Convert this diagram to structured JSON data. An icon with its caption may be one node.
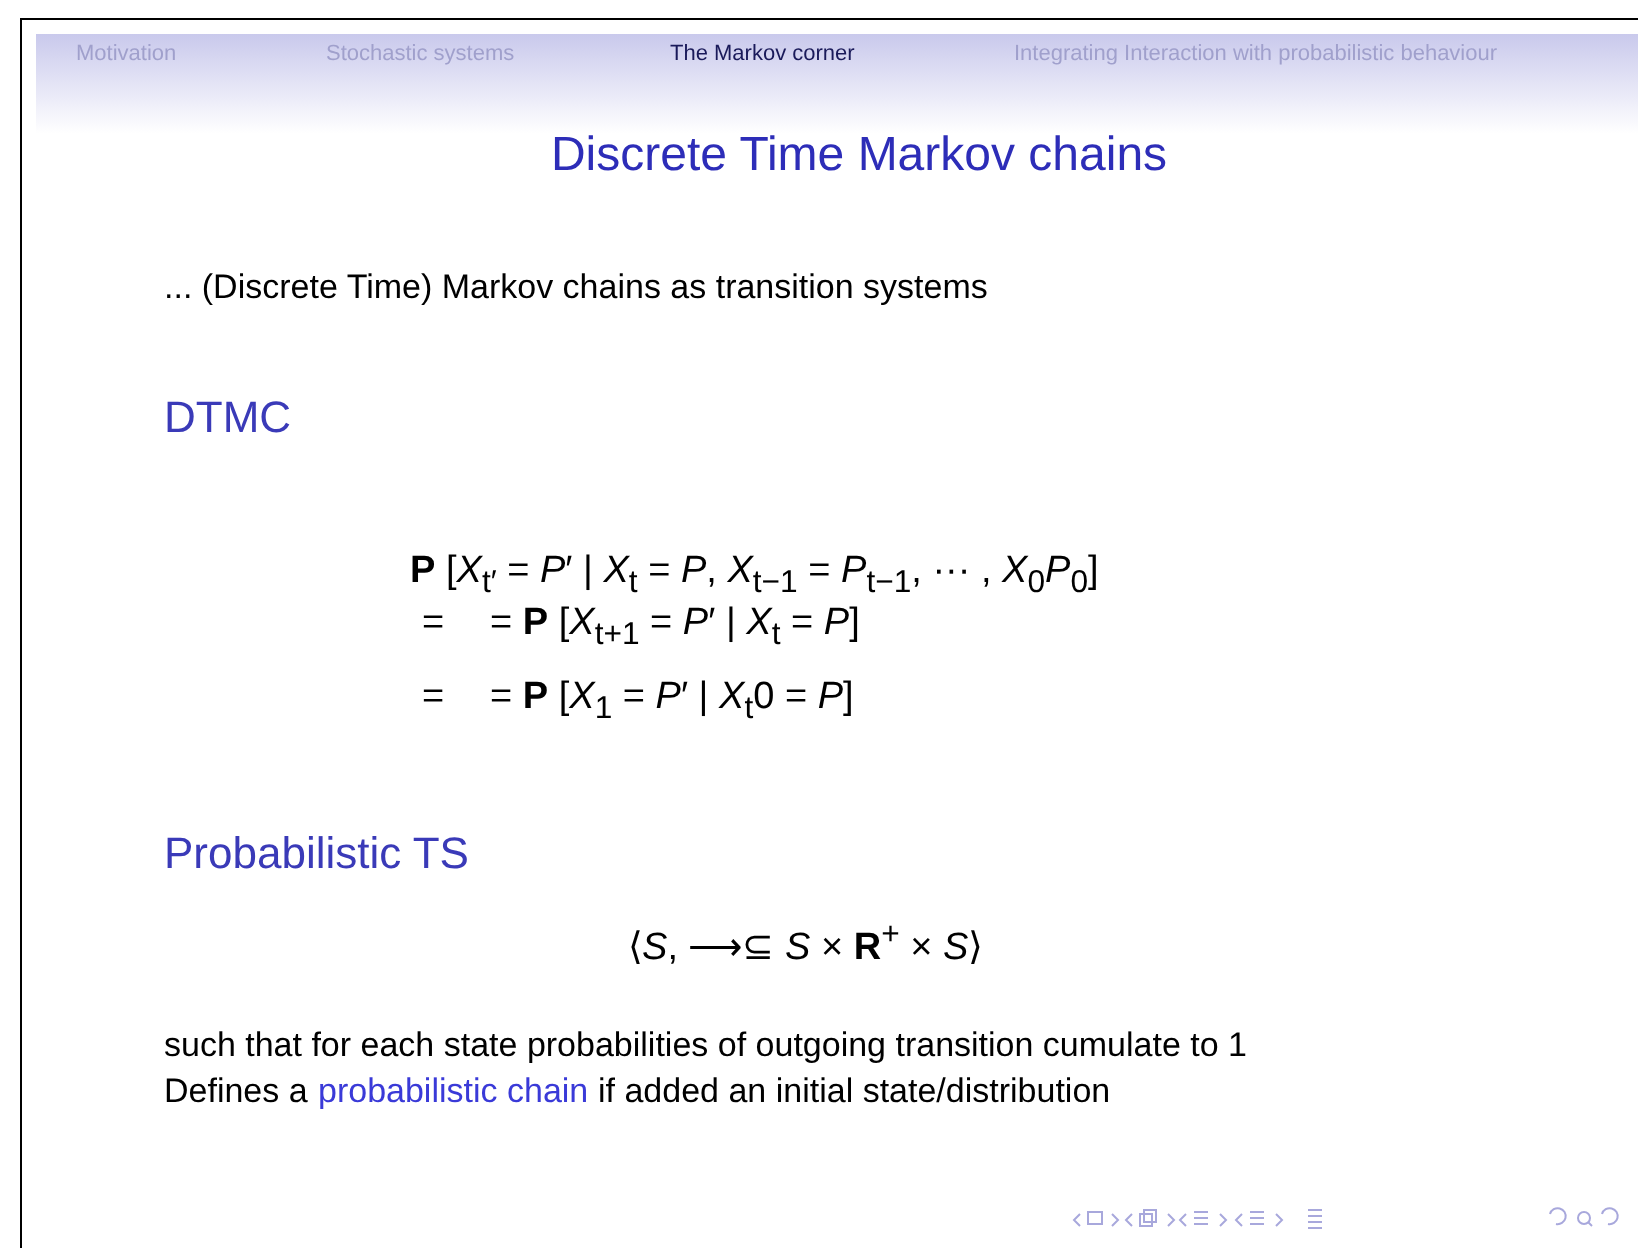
{
  "diagram": {
    "title": "Discrete Time Markov chains",
    "labels": [
      "Motivation",
      "Stochastic systems",
      "The Markov corner",
      "Integrating Interaction with probabilistic behaviour",
      "... (Discrete Time) Markov chains as transition systems",
      "DTMC",
      "**P** [*X*$_{t′}$ = *P*′ | *X*$_{t}$ = *P*, *X*$_{t−1}$ = *P*$_{t−1}$, ··· , *X*$_{0}$*P*$_{0}$]",
      "=",
      "= **P** [*X*$_{t+1}$ = *P*′ | *X*$_{t}$ = *P*]",
      "=",
      "= **P** [*X*$_{1}$ = *P*′ | *X*$_{t}$0 = *P*]",
      "Probabilistic TS",
      "⟨*S*, ⟶⊆ *S* × **R**$^{+}$ × *S*⟩",
      "such that for each state probabilities of outgoing transition cumulate to 1",
      "Defines a",
      "probabilistic chain",
      "if added an initial state/distribution"
    ]
  }
}
